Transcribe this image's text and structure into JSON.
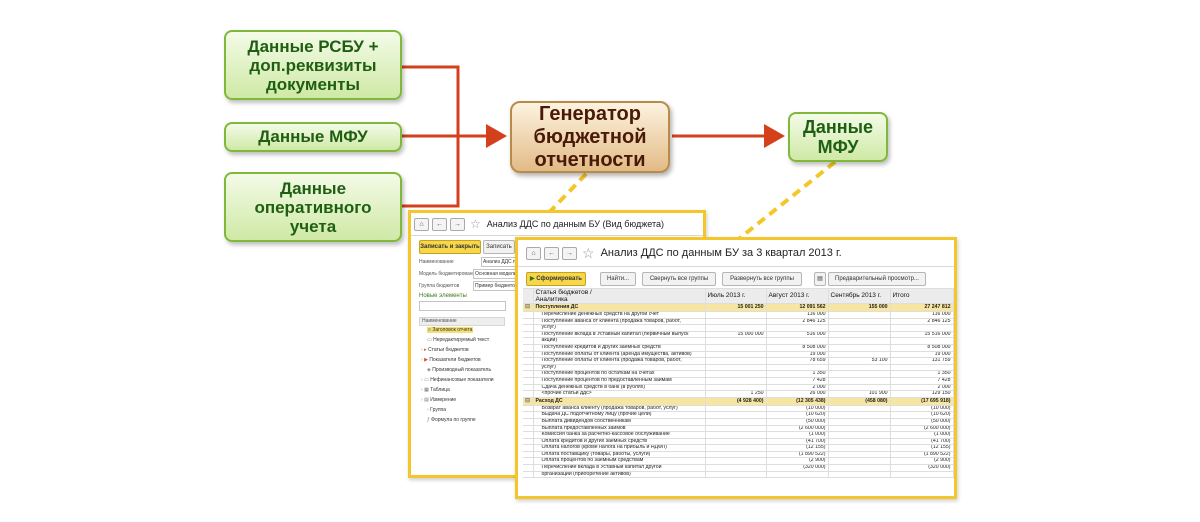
{
  "diagram": {
    "sources": [
      {
        "id": "rsbu",
        "lines": [
          "Данные РСБУ +",
          "доп.реквизиты",
          "документы"
        ]
      },
      {
        "id": "mfu",
        "lines": [
          "Данные МФУ"
        ]
      },
      {
        "id": "oper",
        "lines": [
          "Данные",
          "оперативного",
          "учета"
        ]
      }
    ],
    "generator": {
      "lines": [
        "Генератор",
        "бюджетной",
        "отчетности"
      ]
    },
    "result": {
      "lines": [
        "Данные",
        "МФУ"
      ]
    },
    "colors": {
      "arrow": "#d4401c",
      "dash": "#f3c62a",
      "green_text": "#1f5f12",
      "generator_text": "#4a1a08"
    }
  },
  "back_window": {
    "title": "Анализ ДДС по данным БУ (Вид бюджета)",
    "btn_save_close": "Записать и закрыть",
    "btn_save": "Записать",
    "fields": [
      {
        "label": "Наименование",
        "value": "Анализ ДДС по данным БУ"
      },
      {
        "label": "Модель бюджетирования",
        "value": "Основная модель"
      },
      {
        "label": "Группа бюджетов",
        "value": "Пример бюджетов"
      }
    ],
    "new_elements": "Новые элементы",
    "tree_header": "Наименование",
    "tree": [
      "Заголовок отчета",
      "Нередактируемый текст",
      "Статьи бюджетов",
      "Показатели бюджетов",
      "Производный показатель",
      "Нефинансовые показатели",
      "Таблица",
      "Измерение",
      "Группа",
      "Формула по группе"
    ]
  },
  "front_window": {
    "title": "Анализ ДДС по данным БУ  за 3 квартал 2013 г.",
    "toolbar": [
      "Сформировать",
      "Найти...",
      "Свернуть все группы",
      "Развернуть все группы",
      "Предварительный просмотр..."
    ],
    "columns": [
      "Статья бюджетов /\nАналитика",
      "Июль 2013 г.",
      "Август 2013 г.",
      "Сентябрь 2013 г.",
      "Итого"
    ],
    "rows": [
      {
        "s": 1,
        "c": [
          "Поступления ДС",
          "15 001 250",
          "12 091 562",
          "155 000",
          "27 247 812"
        ]
      },
      {
        "s": 0,
        "c": [
          "Перечисление денежных средств на другой счет",
          "",
          "116 000",
          "",
          "116 000"
        ]
      },
      {
        "s": 0,
        "c": [
          "Поступление аванса от клиента (продажа товаров, работ,",
          "",
          "2 846 125",
          "",
          "2 846 125"
        ]
      },
      {
        "s": 0,
        "c": [
          "услуг)",
          "",
          "",
          "",
          ""
        ]
      },
      {
        "s": 0,
        "c": [
          "Поступление вклада в Уставный капитал (первичный выпуск",
          "15 000 000",
          "516 000",
          "",
          "15 516 000"
        ]
      },
      {
        "s": 0,
        "c": [
          "акций)",
          "",
          "",
          "",
          ""
        ]
      },
      {
        "s": 0,
        "c": [
          "Поступление кредитов и других заемных средств",
          "",
          "8 508 000",
          "",
          "8 508 000"
        ]
      },
      {
        "s": 0,
        "c": [
          "Поступление оплаты от клиента (аренда имущества, активов)",
          "",
          "19 000",
          "",
          "19 000"
        ]
      },
      {
        "s": 0,
        "c": [
          "Поступление оплаты от клиента (продажа товаров, работ,",
          "",
          "78 659",
          "53 100",
          "131 759"
        ]
      },
      {
        "s": 0,
        "c": [
          "услуг)",
          "",
          "",
          "",
          ""
        ]
      },
      {
        "s": 0,
        "c": [
          "Поступление процентов по остаткам на счетах",
          "",
          "1 350",
          "",
          "1 350"
        ]
      },
      {
        "s": 0,
        "c": [
          "Поступление процентов по предоставленным займам",
          "",
          "7 428",
          "",
          "7 428"
        ]
      },
      {
        "s": 0,
        "c": [
          "Сдача денежных средств в банк (в рублях)",
          "",
          "2 000",
          "",
          "2 000"
        ]
      },
      {
        "s": 0,
        "c": [
          "<прочие статьи ддс>",
          "1 250",
          "26 000",
          "101 900",
          "129 150"
        ]
      },
      {
        "s": 1,
        "c": [
          "Расход ДС",
          "(4 928 400)",
          "(12 305 438)",
          "(458 080)",
          "(17 695 918)"
        ]
      },
      {
        "s": 0,
        "c": [
          "Возврат аванса клиенту (продажа товаров, работ, услуг)",
          "",
          "(10 000)",
          "",
          "(10 000)"
        ]
      },
      {
        "s": 0,
        "c": [
          "Выдача ДС подотчетному лицу (прочие цели)",
          "",
          "(10 620)",
          "",
          "(10 620)"
        ]
      },
      {
        "s": 0,
        "c": [
          "Выплата дивидендов собственникам",
          "",
          "(50 000)",
          "",
          "(50 000)"
        ]
      },
      {
        "s": 0,
        "c": [
          "Выплата предоставленных займов",
          "",
          "(2 600 000)",
          "",
          "(2 600 000)"
        ]
      },
      {
        "s": 0,
        "c": [
          "Комиссия банка за расчетно-кассовое обслуживание",
          "",
          "(1 000)",
          "",
          "(1 000)"
        ]
      },
      {
        "s": 0,
        "c": [
          "Оплата кредитов и других заемных средств",
          "",
          "(41 700)",
          "",
          "(41 700)"
        ]
      },
      {
        "s": 0,
        "c": [
          "Оплата налогов (кроме налога на прибыль и НДФЛ)",
          "",
          "(12 155)",
          "",
          "(12 155)"
        ]
      },
      {
        "s": 0,
        "c": [
          "Оплата поставщику (товары, работы, услуги)",
          "",
          "(1 890 522)",
          "",
          "(1 890 522)"
        ]
      },
      {
        "s": 0,
        "c": [
          "Оплата процентов по заемным средствам",
          "",
          "(2 900)",
          "",
          "(2 900)"
        ]
      },
      {
        "s": 0,
        "c": [
          "Перечисление вклада в Уставный капитал другой",
          "",
          "(320 000)",
          "",
          "(320 000)"
        ]
      },
      {
        "s": 0,
        "c": [
          "организации (приобретение активов)",
          "",
          "",
          "",
          ""
        ]
      }
    ]
  }
}
